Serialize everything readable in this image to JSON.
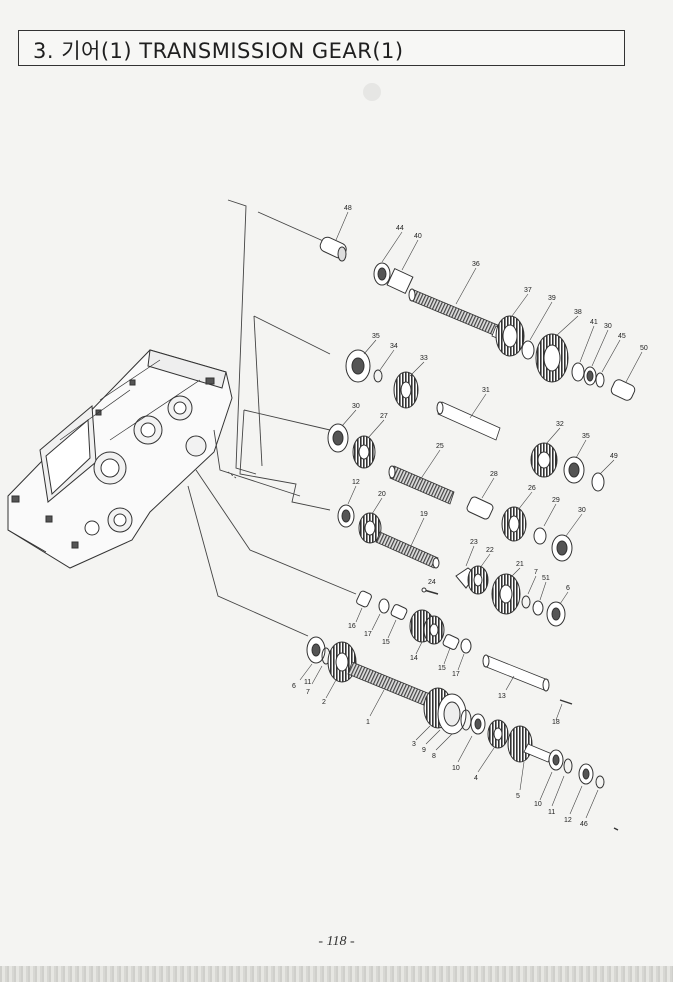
{
  "title": "3. 기어(1) TRANSMISSION GEAR(1)",
  "page_number": "- 118 -",
  "labels": [
    {
      "id": "p48",
      "text": "48"
    },
    {
      "id": "p44",
      "text": "44"
    },
    {
      "id": "p40",
      "text": "40"
    },
    {
      "id": "p36",
      "text": "36"
    },
    {
      "id": "p37",
      "text": "37"
    },
    {
      "id": "p39",
      "text": "39"
    },
    {
      "id": "p38",
      "text": "38"
    },
    {
      "id": "p41",
      "text": "41"
    },
    {
      "id": "p30a",
      "text": "30"
    },
    {
      "id": "p45",
      "text": "45"
    },
    {
      "id": "p50",
      "text": "50"
    },
    {
      "id": "p35a",
      "text": "35"
    },
    {
      "id": "p34",
      "text": "34"
    },
    {
      "id": "p33",
      "text": "33"
    },
    {
      "id": "p31",
      "text": "31"
    },
    {
      "id": "p30b",
      "text": "30"
    },
    {
      "id": "p27",
      "text": "27"
    },
    {
      "id": "p32",
      "text": "32"
    },
    {
      "id": "p35b",
      "text": "35"
    },
    {
      "id": "p49",
      "text": "49"
    },
    {
      "id": "p25",
      "text": "25"
    },
    {
      "id": "p28",
      "text": "28"
    },
    {
      "id": "p12a",
      "text": "12"
    },
    {
      "id": "p20",
      "text": "20"
    },
    {
      "id": "p19",
      "text": "19"
    },
    {
      "id": "p26",
      "text": "26"
    },
    {
      "id": "p29",
      "text": "29"
    },
    {
      "id": "p30c",
      "text": "30"
    },
    {
      "id": "p23",
      "text": "23"
    },
    {
      "id": "p22",
      "text": "22"
    },
    {
      "id": "p21",
      "text": "21"
    },
    {
      "id": "p7a",
      "text": "7"
    },
    {
      "id": "p51",
      "text": "51"
    },
    {
      "id": "p6a",
      "text": "6"
    },
    {
      "id": "p24",
      "text": "24"
    },
    {
      "id": "p16",
      "text": "16"
    },
    {
      "id": "p17a",
      "text": "17"
    },
    {
      "id": "p15a",
      "text": "15"
    },
    {
      "id": "p14",
      "text": "14"
    },
    {
      "id": "p15b",
      "text": "15"
    },
    {
      "id": "p17b",
      "text": "17"
    },
    {
      "id": "p13",
      "text": "13"
    },
    {
      "id": "p6b",
      "text": "6"
    },
    {
      "id": "p11a",
      "text": "11"
    },
    {
      "id": "p7b",
      "text": "7"
    },
    {
      "id": "p2",
      "text": "2"
    },
    {
      "id": "p1",
      "text": "1"
    },
    {
      "id": "p3",
      "text": "3"
    },
    {
      "id": "p9",
      "text": "9"
    },
    {
      "id": "p8",
      "text": "8"
    },
    {
      "id": "p10a",
      "text": "10"
    },
    {
      "id": "p4",
      "text": "4"
    },
    {
      "id": "p18",
      "text": "18"
    },
    {
      "id": "p5",
      "text": "5"
    },
    {
      "id": "p10b",
      "text": "10"
    },
    {
      "id": "p11b",
      "text": "11"
    },
    {
      "id": "p12b",
      "text": "12"
    },
    {
      "id": "p46",
      "text": "46"
    }
  ]
}
